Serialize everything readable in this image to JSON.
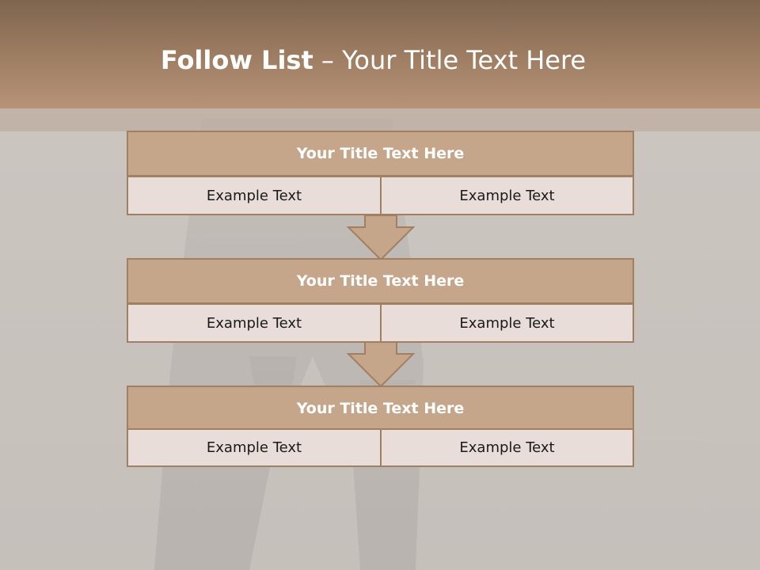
{
  "slide": {
    "title_bold": "Follow List",
    "title_rest": " – Your Title Text Here"
  },
  "blocks": [
    {
      "title": "Your Title Text Here",
      "left": "Example Text",
      "right": "Example Text"
    },
    {
      "title": "Your Title Text Here",
      "left": "Example Text",
      "right": "Example Text"
    },
    {
      "title": "Your Title Text Here",
      "left": "Example Text",
      "right": "Example Text"
    }
  ],
  "colors": {
    "header": "#9a7a5f",
    "block_title_fill": "#c6a68a",
    "block_border": "#a07f63",
    "cell_fill": "#e8ddd8",
    "arrow_fill": "#c6a68a"
  },
  "icons": {
    "arrow": "down-arrow-icon"
  }
}
